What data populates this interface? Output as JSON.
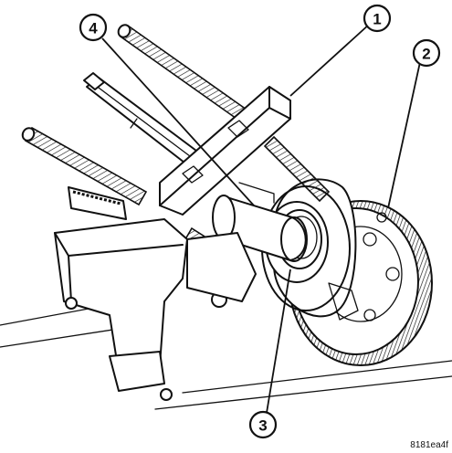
{
  "figure": {
    "callouts": [
      {
        "id": "1",
        "label": "1"
      },
      {
        "id": "2",
        "label": "2"
      },
      {
        "id": "3",
        "label": "3"
      },
      {
        "id": "4",
        "label": "4"
      }
    ],
    "drawing_code": "8181ea4f"
  }
}
